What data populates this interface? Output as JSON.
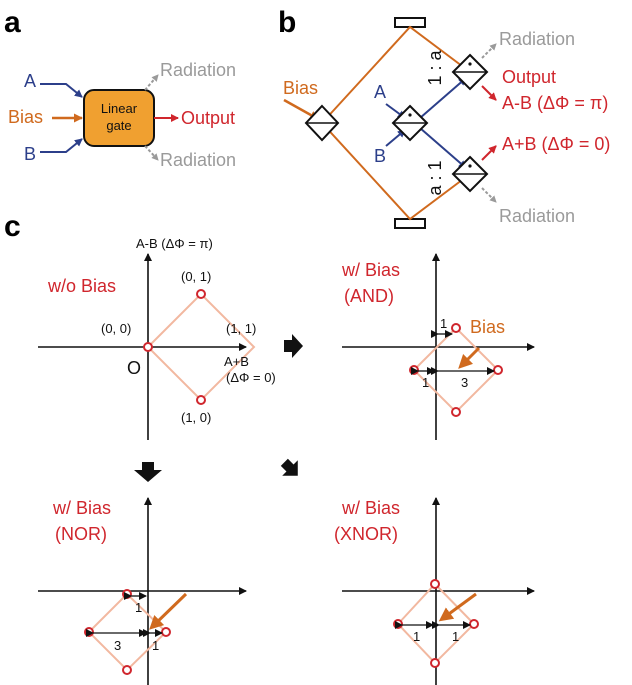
{
  "panels": {
    "a": "a",
    "b": "b",
    "c": "c"
  },
  "colors": {
    "bias_orange": "#d06a1e",
    "output_red": "#d0262d",
    "input_blue": "#2c3f8a",
    "radiation_grey": "#9a9a9a",
    "gate_fill": "#f0a030",
    "diamond_edge": "#f2b8a0"
  },
  "panel_a": {
    "input_a": "A",
    "bias": "Bias",
    "input_b": "B",
    "gate_line1": "Linear",
    "gate_line2": "gate",
    "output": "Output",
    "radiation_top": "Radiation",
    "radiation_bottom": "Radiation"
  },
  "panel_b": {
    "bias": "Bias",
    "input_a": "A",
    "input_b": "B",
    "ratio_top": "1 : a",
    "ratio_bottom": "a : 1",
    "radiation_top": "Radiation",
    "radiation_bottom": "Radiation",
    "output": "Output",
    "out_diff": "A-B (ΔΦ = π)",
    "out_sum": "A+B (ΔΦ = 0)"
  },
  "panel_c": {
    "axis_y": "A-B (ΔΦ = π)",
    "axis_x_line1": "A+B",
    "axis_x_line2": "(ΔΦ = 0)",
    "origin": "O",
    "pt_00": "(0, 0)",
    "pt_01": "(0, 1)",
    "pt_11": "(1, 1)",
    "pt_10": "(1, 0)",
    "wo_bias": "w/o Bias",
    "and_line1": "w/ Bias",
    "and_line2": "(AND)",
    "nor_line1": "w/ Bias",
    "nor_line2": "(NOR)",
    "xnor_line1": "w/ Bias",
    "xnor_line2": "(XNOR)",
    "bias": "Bias",
    "and_gap1": "1",
    "and_gap2": "1",
    "and_gap3": "3",
    "nor_gap1": "1",
    "nor_gap2": "3",
    "nor_gap3": "1",
    "xnor_gap1": "1",
    "xnor_gap2": "1"
  }
}
